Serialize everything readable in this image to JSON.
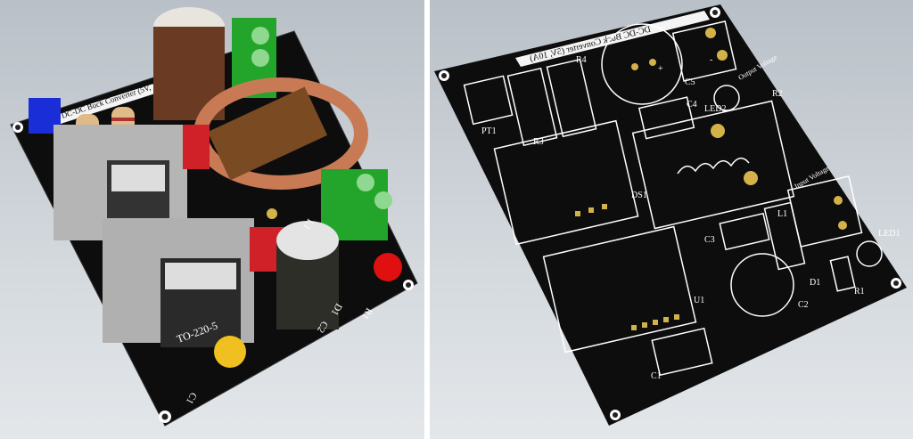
{
  "left_view": {
    "title_strip": "DC-DC Buck Converter (5V, 10A)",
    "package_label": "TO-220-5",
    "labels": [
      "C1",
      "C2",
      "D1",
      "R1",
      "L1"
    ]
  },
  "right_view": {
    "title_strip": "DC-DC Buck Converter (5V, 10A)",
    "labels": {
      "pt1": "PT1",
      "r3": "R3",
      "r4": "R4",
      "c5": "C5",
      "c4": "C4",
      "led2": "LED2",
      "r2": "R2",
      "output": "Output Voltage",
      "l1": "L1",
      "input": "Input Voltage",
      "ds1": "DS1",
      "u1": "U1",
      "c3": "C3",
      "d1": "D1",
      "c2": "C2",
      "led1": "LED1",
      "r1": "R1",
      "c1": "C1",
      "plus": "+",
      "minus": "-"
    }
  },
  "colors": {
    "board": "#0d0d0d",
    "silk": "#ffffff",
    "pad": "#d4b24a",
    "terminal": "#22a52a",
    "copper": "#c87a55"
  }
}
